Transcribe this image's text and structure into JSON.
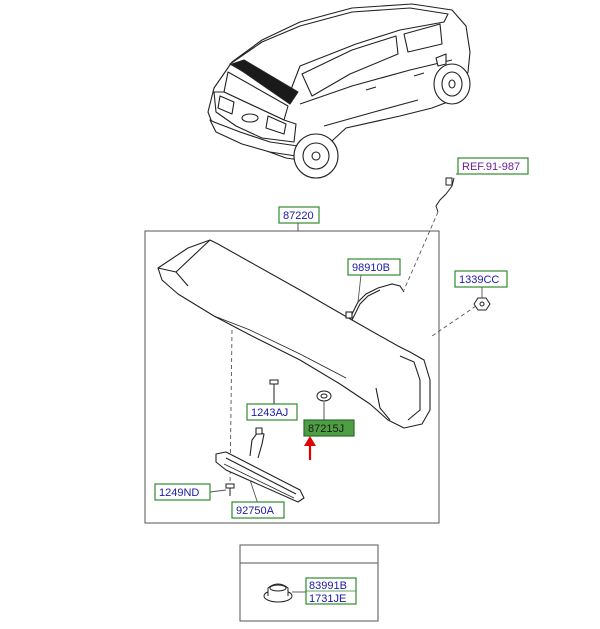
{
  "labels": {
    "ref": "REF.91-987",
    "main_assembly": "87220",
    "wire_harness": "98910B",
    "nut": "1339CC",
    "bolt": "1243AJ",
    "grommet_highlight": "87215J",
    "screw": "1249ND",
    "stop_lamp": "92750A",
    "plug_a": "83991B",
    "plug_b": "1731JE"
  },
  "colors": {
    "label_box_green": "#2e8b2e",
    "label_text_blue": "#1a1aa8",
    "ref_text_purple": "#6a1e9a",
    "highlight_fill": "#4e9e44",
    "arrow_red": "#e00000",
    "line": "#222222",
    "frame": "#555555"
  }
}
